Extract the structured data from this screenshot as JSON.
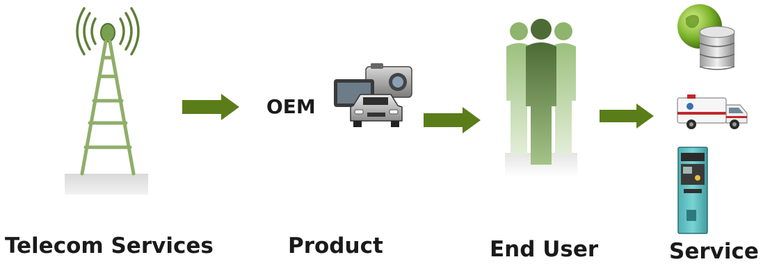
{
  "stages": {
    "telecom": {
      "label": "Telecom Services"
    },
    "product": {
      "label": "Product",
      "oem": "OEM"
    },
    "end_user": {
      "label": "End User"
    },
    "service": {
      "label": "Service"
    }
  },
  "icons": {
    "tower": "radio-tower-icon",
    "devices": "camera-tablet-car-icon",
    "users": "user-group-icon",
    "globe_db": "globe-database-icon",
    "ambulance": "ambulance-icon",
    "kiosk": "kiosk-icon",
    "arrow": "right-arrow-icon"
  },
  "colors": {
    "arrow_green": "#5a7d1a",
    "tower_green": "#8fae6a",
    "user_green": "#6f9a52"
  }
}
